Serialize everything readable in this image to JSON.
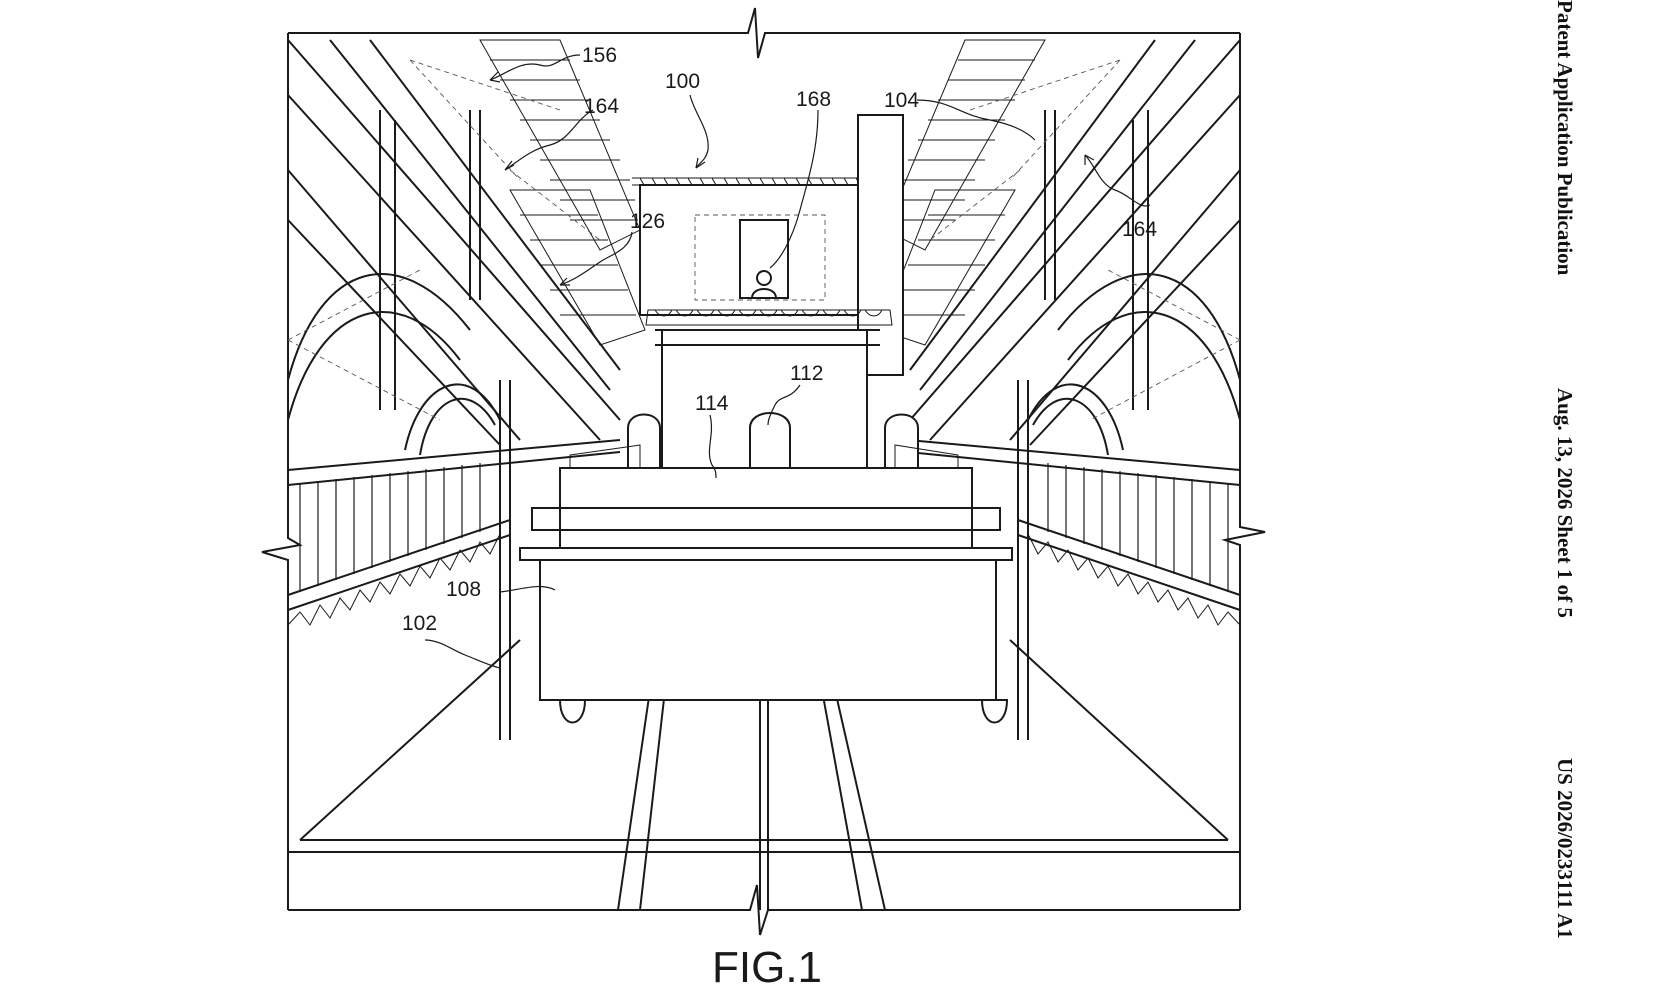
{
  "header": {
    "publication_type": "Patent Application Publication",
    "date_sheet": "Aug. 13, 2026  Sheet 1 of 5",
    "number": "US 2026/0233111 A1"
  },
  "figure": {
    "caption": "FIG.1",
    "labels": {
      "l100": "100",
      "l102": "102",
      "l104": "104",
      "l108": "108",
      "l112": "112",
      "l114": "114",
      "l126": "126",
      "l156": "156",
      "l164a": "164",
      "l164b": "164",
      "l168": "168"
    }
  }
}
